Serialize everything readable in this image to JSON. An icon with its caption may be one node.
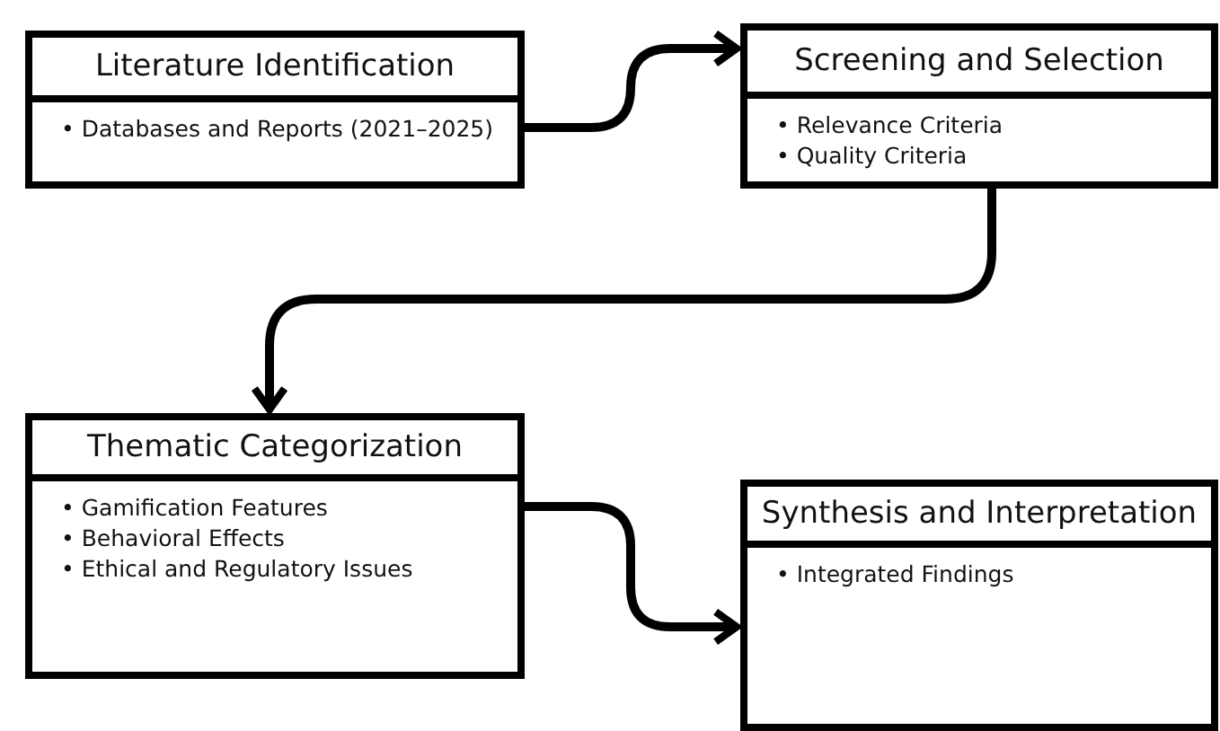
{
  "diagram": {
    "nodes": [
      {
        "text": [
          "Literature Identification",
          "• Databases and Reports (2021–2025)"
        ]
      },
      {
        "text": [
          "Screening and Selection",
          "• Relevance Criteria",
          "• Quality Criteria"
        ]
      },
      {
        "text": [
          "Thematic Categorization",
          "• Gamification Features",
          "• Behavioral Effects",
          "• Ethical and Regulatory Issues"
        ]
      },
      {
        "text": [
          "Synthesis and Interpretation",
          "• Integrated Findings"
        ]
      }
    ],
    "edges": [
      {
        "from": 0,
        "to": 1,
        "arrow": "to"
      },
      {
        "from": 1,
        "to": 2,
        "arrow": "to"
      },
      {
        "from": 2,
        "to": 3,
        "arrow": "to"
      }
    ]
  }
}
